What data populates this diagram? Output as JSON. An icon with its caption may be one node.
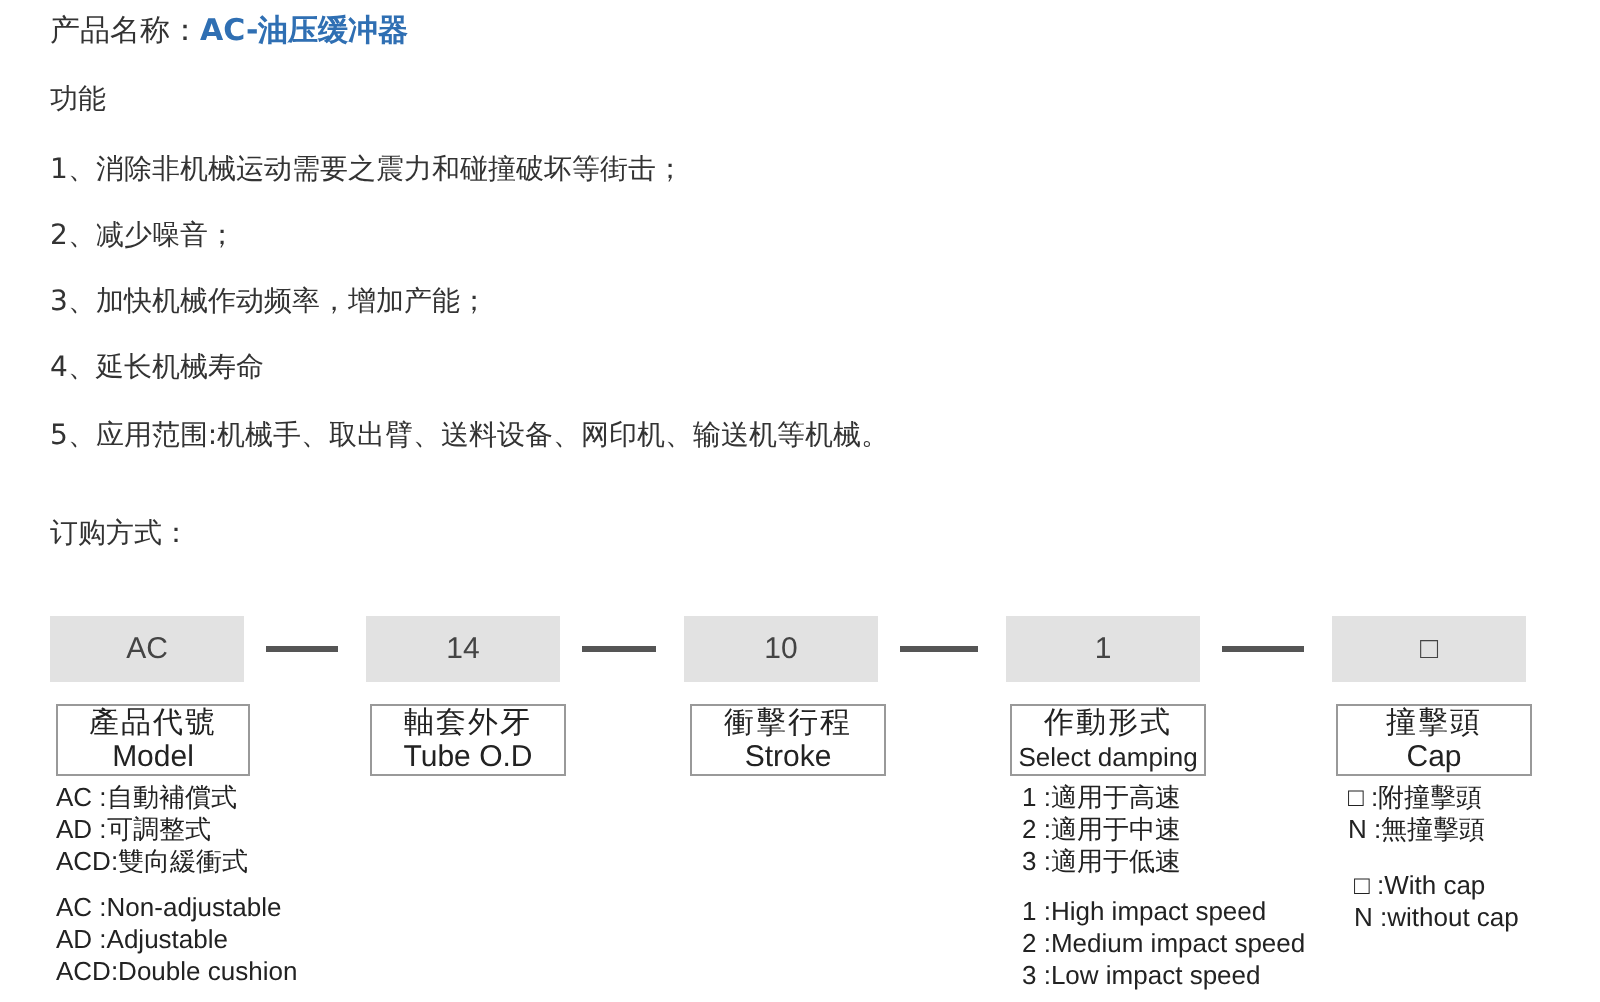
{
  "diagram": {
    "title": "产品名称：**AC-油压缓冲器**",
    "nodes": [
      {
        "text": [
          "AC"
        ]
      },
      {
        "text": [
          "14"
        ]
      },
      {
        "text": [
          "10"
        ]
      },
      {
        "text": [
          "1"
        ]
      },
      {
        "text": [
          "□"
        ]
      },
      {
        "text": [
          "產品代號",
          "Model"
        ]
      },
      {
        "text": [
          "軸套外牙",
          "Tube O.D"
        ]
      },
      {
        "text": [
          "衝擊行程",
          "Stroke"
        ]
      },
      {
        "text": [
          "作動形式",
          "Select damping"
        ]
      },
      {
        "text": [
          "撞擊頭",
          "Cap"
        ]
      }
    ],
    "edges": [
      {
        "from": 0,
        "to": 1,
        "arrow": "none"
      },
      {
        "from": 1,
        "to": 2,
        "arrow": "none"
      },
      {
        "from": 2,
        "to": 3,
        "arrow": "none"
      },
      {
        "from": 3,
        "to": 4,
        "arrow": "none"
      }
    ],
    "labels": [
      "功能",
      "1、消除非机械运动需要之震力和碰撞破坏等街击；",
      "2、减少噪音；",
      "3、加快机械作动频率，增加产能；",
      "4、延长机械寿命",
      "5、应用范围:机械手、取出臂、送料设备、网印机、输送机等机械。",
      "订购方式：",
      "AC :自動補償式",
      "AD :可調整式",
      "ACD:雙向緩衝式",
      "AC :Non-adjustable",
      "AD :Adjustable",
      "ACD:Double cushion",
      "1 :適用于高速",
      "2 :適用于中速",
      "3 :適用于低速",
      "1 :High impact speed",
      "2 :Medium impact speed",
      "3 :Low impact speed",
      "□ :附撞擊頭",
      "N :無撞擊頭",
      "□ :With cap",
      "N :without cap"
    ]
  }
}
